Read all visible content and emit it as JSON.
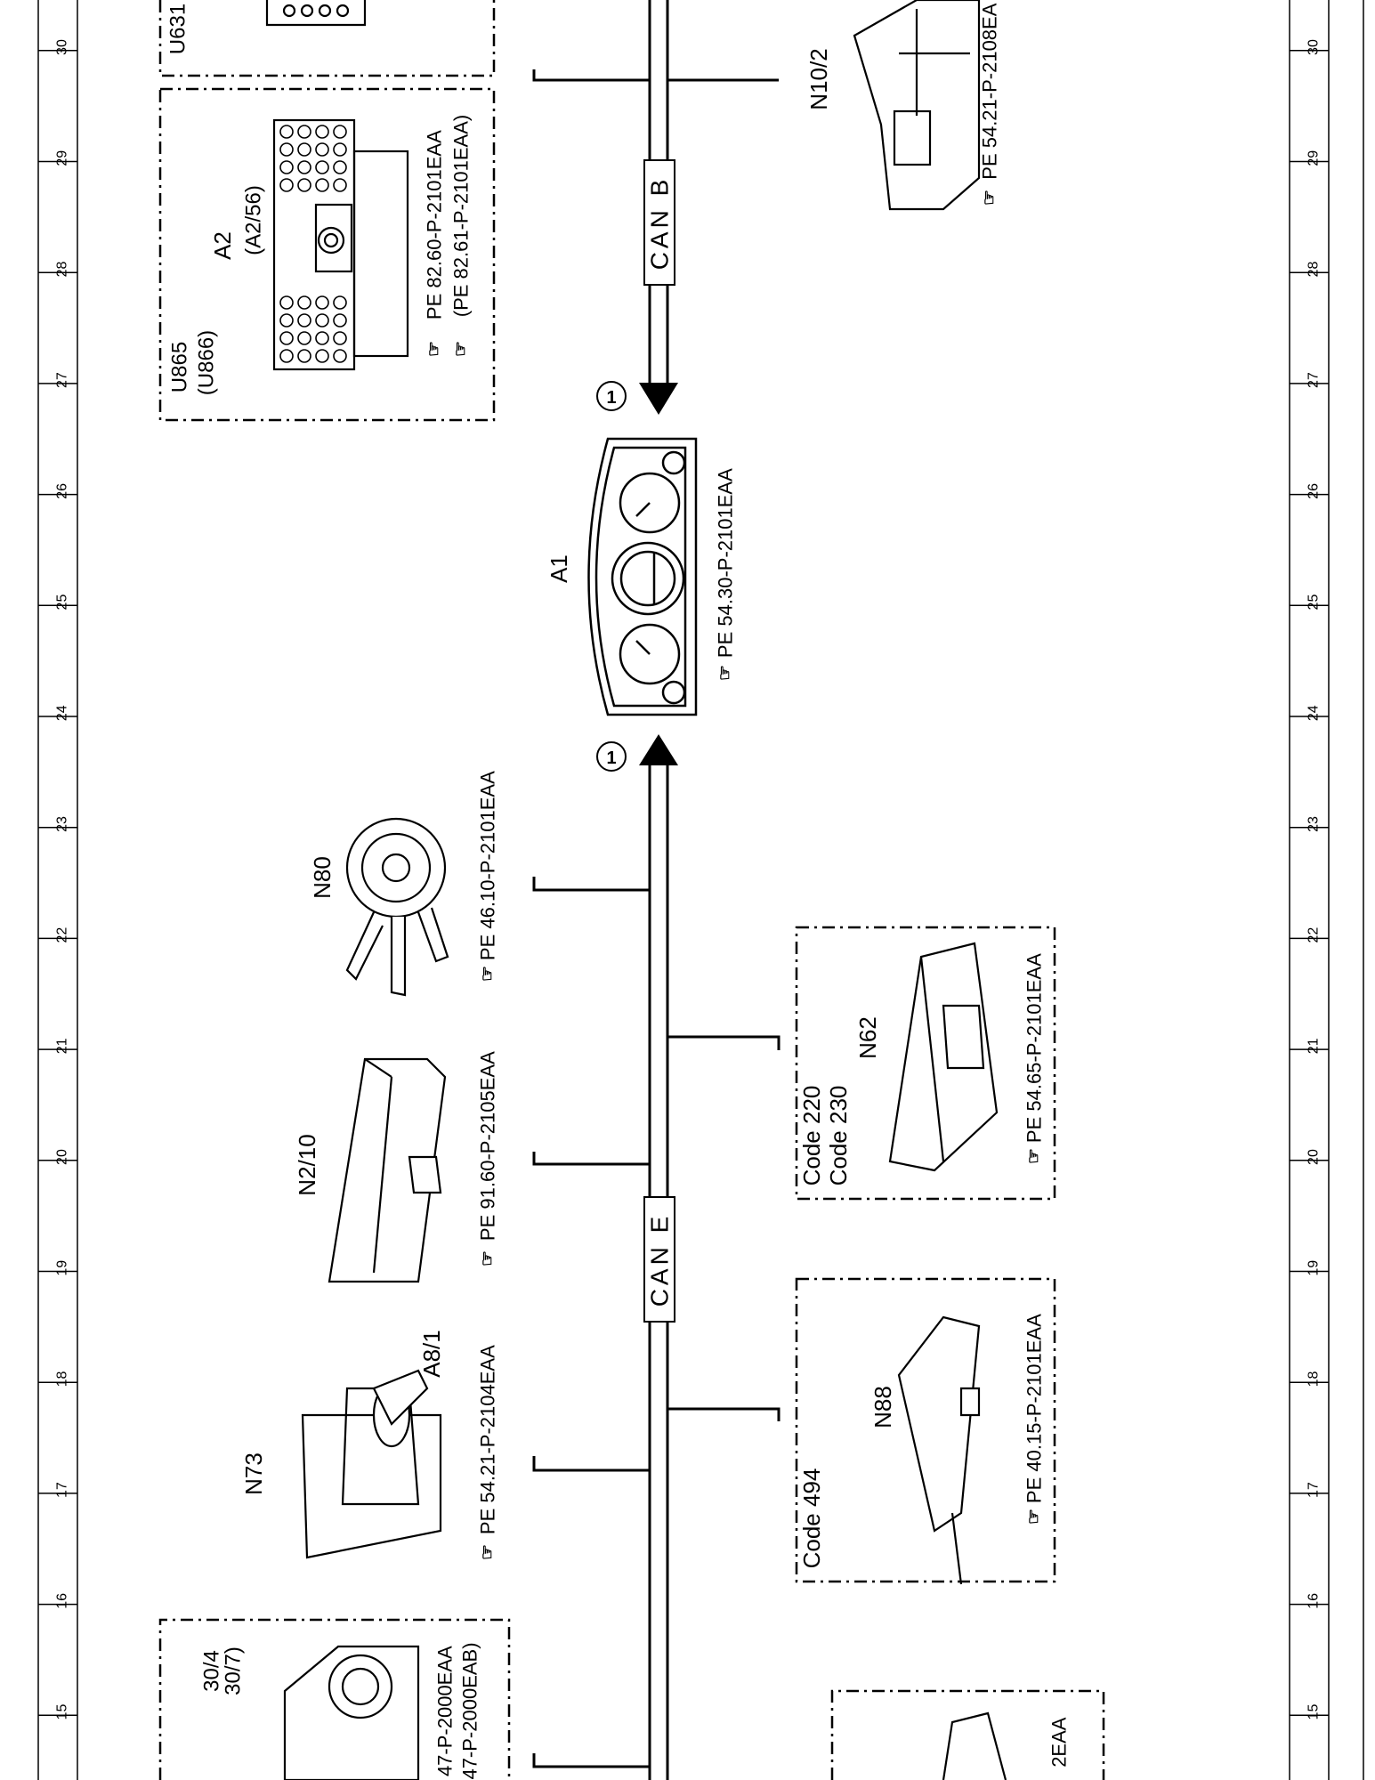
{
  "grid": {
    "numbers": [
      "15",
      "16",
      "17",
      "18",
      "19",
      "20",
      "21",
      "22",
      "23",
      "24",
      "25",
      "26",
      "27",
      "28",
      "29",
      "30"
    ]
  },
  "buses": {
    "can_e": "CAN E",
    "can_b": "CAN B",
    "marker": "1"
  },
  "components": {
    "a1": {
      "label": "A1",
      "ref": "PE 54.30-P-2101EAA"
    },
    "a2": {
      "label": "A2",
      "label_alt": "(A2/56)",
      "ref": "PE 82.60-P-2101EAA",
      "ref_alt": "(PE 82.61-P-2101EAA)",
      "box_codes": [
        "U865",
        "(U866)"
      ]
    },
    "u631": {
      "code": "U631"
    },
    "n10_2": {
      "label": "N10/2",
      "ref": "PE 54.21-P-2108EA"
    },
    "n80": {
      "label": "N80",
      "ref": "PE 46.10-P-2101EAA"
    },
    "n2_10": {
      "label": "N2/10",
      "ref": "PE 91.60-P-2105EAA"
    },
    "n73": {
      "label": "N73",
      "label2": "A8/1",
      "ref": "PE 54.21-P-2104EAA"
    },
    "n62": {
      "label": "N62",
      "codes": [
        "Code 220",
        "Code 230"
      ],
      "ref": "PE 54.65-P-2101EAA"
    },
    "n88": {
      "label": "N88",
      "codes": [
        "Code 494"
      ],
      "ref": "PE 40.15-P-2101EAA"
    },
    "n30_4": {
      "label": "30/4",
      "label_alt": "30/7)",
      "ref": "47-P-2000EAA",
      "ref_alt": "47-P-2000EAB)"
    },
    "partial_bottom": {
      "ref": "2EAA"
    }
  }
}
